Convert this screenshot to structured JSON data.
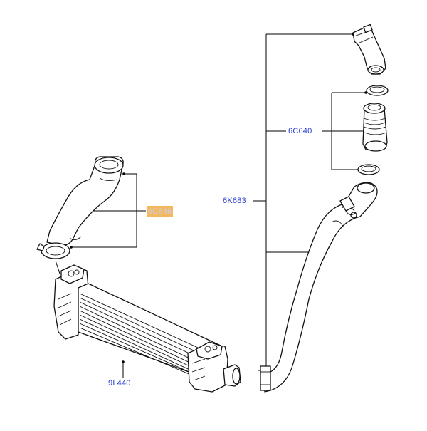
{
  "labels": {
    "turbo_hose": "6C646",
    "clamp_kit": "6C640",
    "intake_pipe": "6K683",
    "intercooler": "9L440"
  },
  "colors": {
    "label_text": "#2a3fd0",
    "highlight": "#f4b860",
    "line": "#000000"
  }
}
